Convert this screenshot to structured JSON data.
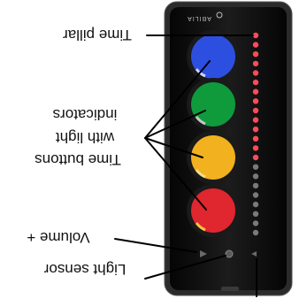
{
  "device": {
    "brand_text": "ABILIA",
    "body_color": "#141414",
    "bezel_color": "#2a2a2a",
    "button_colors": [
      "#2d4fe0",
      "#0f9a3c",
      "#f2b11e",
      "#e0262e"
    ],
    "time_pillar_led_count": 22,
    "time_pillar_lit_count": 14,
    "lit_led_color": "#ff4b5a",
    "unlit_led_color": "#7a7a7a"
  },
  "labels": {
    "time_pillar": "Time pillar",
    "indicators_line1": "Time buttons",
    "indicators_line2": "with light",
    "indicators_line3": "indicators",
    "volume": "Volume +",
    "light_sensor": "Light sensor"
  }
}
